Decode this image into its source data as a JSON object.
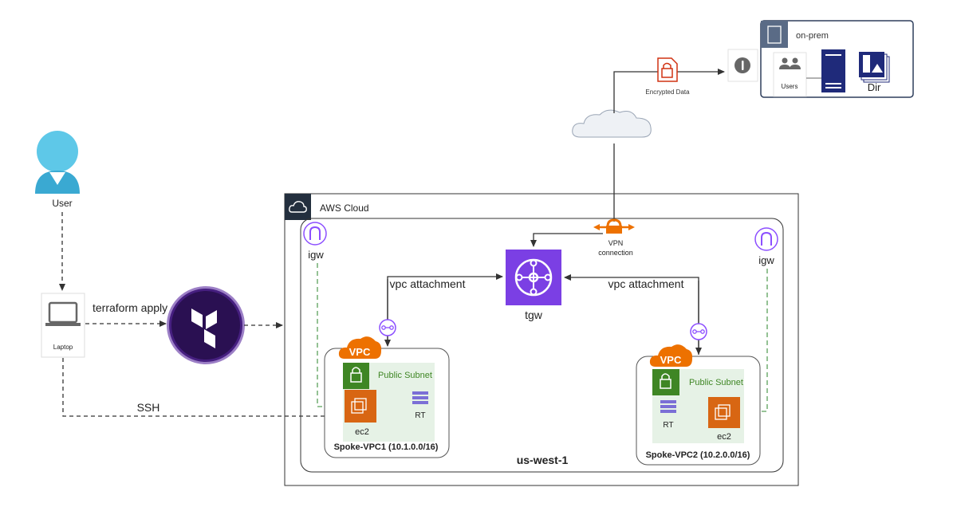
{
  "nodes": {
    "user": "User",
    "laptop": "Laptop",
    "terraform_apply": "terraform apply",
    "ssh": "SSH",
    "aws_cloud": "AWS Cloud",
    "region": "us-west-1",
    "igw_left": "igw",
    "igw_right": "igw",
    "tgw": "tgw",
    "vpn_line1": "VPN",
    "vpn_line2": "connection",
    "vpc_attachment_left": "vpc attachment",
    "vpc_attachment_right": "vpc attachment",
    "encrypted_data": "Encrypted Data",
    "on_prem": "on-prem",
    "users": "Users",
    "dir": "Dir"
  },
  "vpc1": {
    "tag": "VPC",
    "subnet": "Public Subnet",
    "ec2": "ec2",
    "rt": "RT",
    "name": "Spoke-VPC1 (10.1.0.0/16)"
  },
  "vpc2": {
    "tag": "VPC",
    "subnet": "Public Subnet",
    "ec2": "ec2",
    "rt": "RT",
    "name": "Spoke-VPC2 (10.2.0.0/16)"
  },
  "colors": {
    "aws_purple": "#8c4fff",
    "vpc_orange": "#ed7100",
    "ec2_orange": "#d86613",
    "subnet_green": "#3f8624",
    "encrypted_red": "#d13212",
    "onprem_navy": "#1f2a7a"
  }
}
